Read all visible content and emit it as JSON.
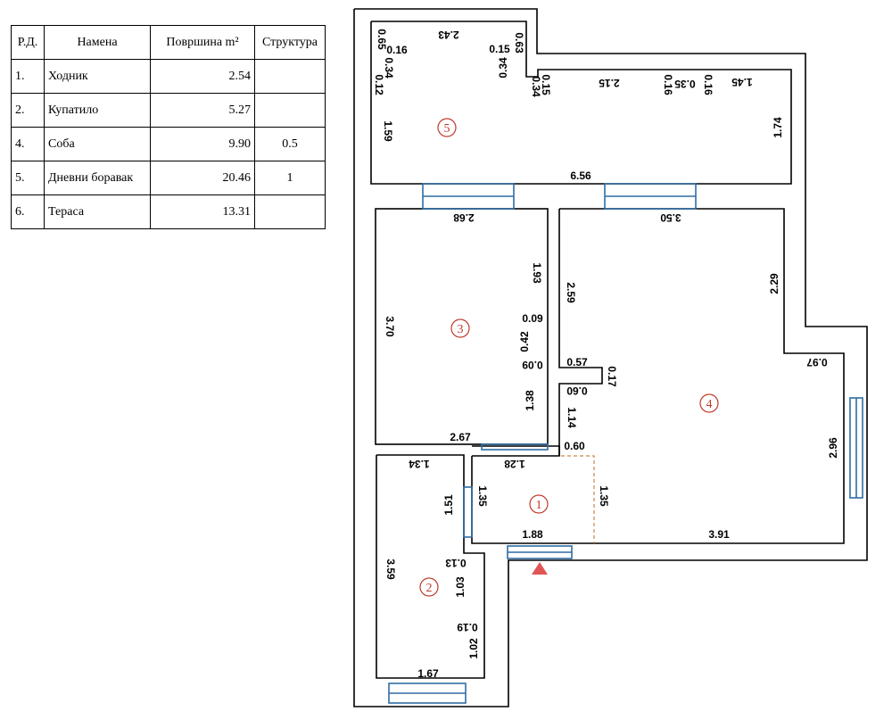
{
  "table": {
    "headers": [
      "Р.Д.",
      "Намена",
      "Површина m²",
      "Структура"
    ],
    "rows": [
      {
        "num": "1.",
        "name": "Ходник",
        "area": "2.54",
        "structure": ""
      },
      {
        "num": "2.",
        "name": "Купатило",
        "area": "5.27",
        "structure": ""
      },
      {
        "num": "4.",
        "name": "Соба",
        "area": "9.90",
        "structure": "0.5"
      },
      {
        "num": "5.",
        "name": "Дневни боравак",
        "area": "20.46",
        "structure": "1"
      },
      {
        "num": "6.",
        "name": "Тераса",
        "area": "13.31",
        "structure": ""
      }
    ]
  },
  "plan": {
    "room_numbers": {
      "r1": "1",
      "r2": "2",
      "r3": "3",
      "r4": "4",
      "r5": "5"
    },
    "dimensions": {
      "d243": "2.43",
      "d063": "0.63",
      "d065": "0.65",
      "d016a": "0.16",
      "d034a": "0.34",
      "d015a": "0.15",
      "d034b": "0.34",
      "d012": "0.12",
      "d015b": "0.15",
      "d034c": "0.34",
      "d215": "2.15",
      "d016b": "0.16",
      "d035": "0.35",
      "d016c": "0.16",
      "d145": "1.45",
      "d159": "1.59",
      "d174": "1.74",
      "d656": "6.56",
      "d268": "2.68",
      "d193": "1.93",
      "d370": "3.70",
      "d009a": "0.09",
      "d042": "0.42",
      "d009b": "0.09",
      "d138": "1.38",
      "d267": "2.67",
      "d350": "3.50",
      "d259": "2.59",
      "d229": "2.29",
      "d057": "0.57",
      "d017": "0.17",
      "d060a": "0.60",
      "d097": "0.97",
      "d114": "1.14",
      "d060b": "0.60",
      "d296": "2.96",
      "d134": "1.34",
      "d128": "1.28",
      "d151": "1.51",
      "d135a": "1.35",
      "d135b": "1.35",
      "d188": "1.88",
      "d391": "3.91",
      "d359": "3.59",
      "d013": "0.13",
      "d103": "1.03",
      "d019": "0.19",
      "d102": "1.02",
      "d167": "1.67"
    }
  },
  "colors": {
    "wall": "#000000",
    "window": "#2e6da4",
    "room_number": "#c0392b",
    "entrance": "#e05555",
    "dashed": "#c8864a"
  }
}
